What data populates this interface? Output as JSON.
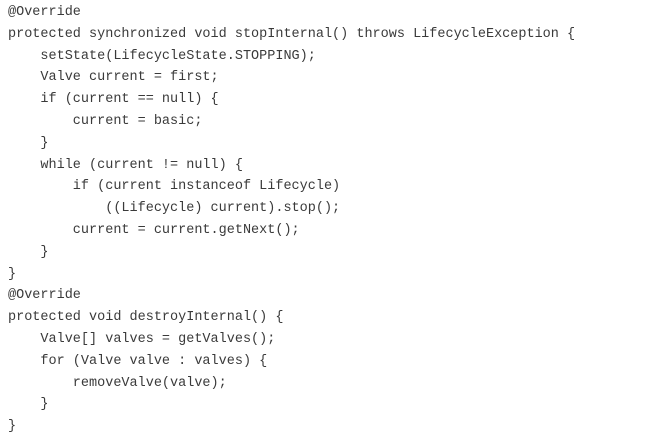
{
  "code": {
    "lines": [
      "@Override",
      "protected synchronized void stopInternal() throws LifecycleException {",
      "    setState(LifecycleState.STOPPING);",
      "    Valve current = first;",
      "    if (current == null) {",
      "        current = basic;",
      "    }",
      "    while (current != null) {",
      "        if (current instanceof Lifecycle)",
      "            ((Lifecycle) current).stop();",
      "        current = current.getNext();",
      "    }",
      "}",
      "@Override",
      "protected void destroyInternal() {",
      "    Valve[] valves = getValves();",
      "    for (Valve valve : valves) {",
      "        removeValve(valve);",
      "    }",
      "}"
    ]
  }
}
